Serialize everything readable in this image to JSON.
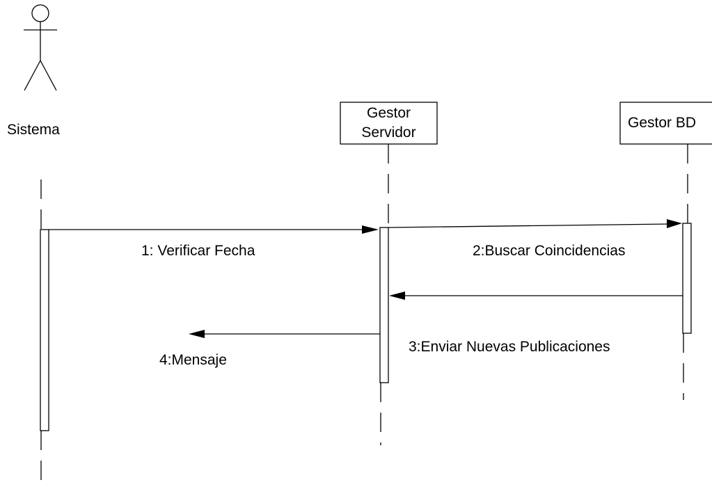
{
  "actor": {
    "name": "Sistema"
  },
  "lifelines": [
    {
      "label_lines": [
        "Gestor",
        "Servidor"
      ]
    },
    {
      "label_lines": [
        "Gestor BD"
      ]
    }
  ],
  "messages": [
    {
      "label": "1: Verificar Fecha"
    },
    {
      "label": "2:Buscar Coincidencias"
    },
    {
      "label": "3:Enviar Nuevas Publicaciones"
    },
    {
      "label": "4:Mensaje"
    }
  ]
}
